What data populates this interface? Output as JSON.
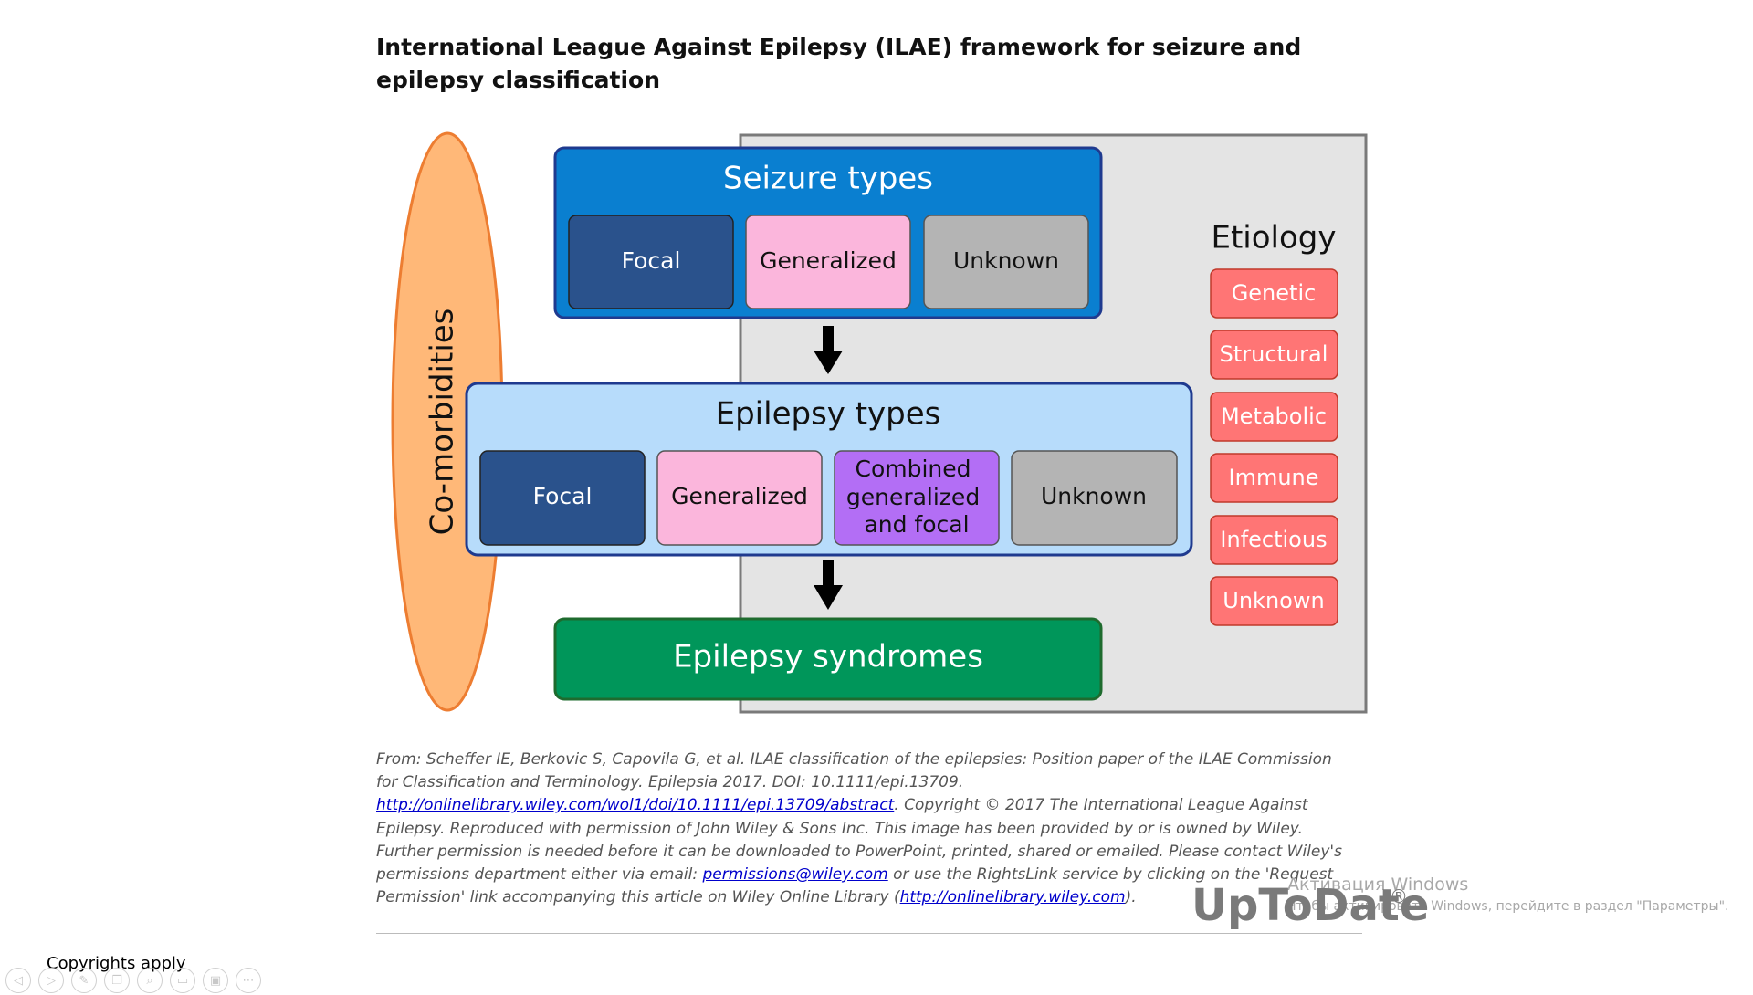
{
  "title": "International League Against Epilepsy (ILAE) framework for seizure and epilepsy classification",
  "diagram": {
    "comorbidities": "Co-morbidities",
    "seizure_types": {
      "heading": "Seizure types",
      "items": [
        "Focal",
        "Generalized",
        "Unknown"
      ]
    },
    "epilepsy_types": {
      "heading": "Epilepsy types",
      "items": [
        "Focal",
        "Generalized",
        [
          "Combined",
          "generalized",
          "and focal"
        ],
        "Unknown"
      ]
    },
    "syndromes": "Epilepsy syndromes",
    "etiology": {
      "heading": "Etiology",
      "items": [
        "Genetic",
        "Structural",
        "Metabolic",
        "Immune",
        "Infectious",
        "Unknown"
      ]
    },
    "colors": {
      "seizure_box": "#0a7fd0",
      "epilepsy_box": "#b7dcfb",
      "focal": "#2a528c",
      "generalized": "#fbb6dc",
      "unknown": "#b4b4b4",
      "combined": "#b36ef5",
      "syndromes": "#00965a",
      "etiology_item": "#ff7575",
      "comorbidities": "#ffb878",
      "background_panel": "#e4e4e4"
    }
  },
  "citation": {
    "part1": "From: Scheffer IE, Berkovic S, Capovila G, et al. ILAE classification of the epilepsies: Position paper of the ILAE Commission for Classification and Terminology. Epilepsia 2017. DOI: 10.1111/epi.13709. ",
    "link1": "http://onlinelibrary.wiley.com/wol1/doi/10.1111/epi.13709/abstract",
    "part2": ". Copyright © 2017 The International League Against Epilepsy. Reproduced with permission of John Wiley & Sons Inc. This image has been provided by or is owned by Wiley. Further permission is needed before it can be downloaded to PowerPoint, printed, shared or emailed. Please contact Wiley's permissions department either via email: ",
    "email": "permissions@wiley.com",
    "part3": " or use the RightsLink service by clicking on the 'Request Permission' link accompanying this article on Wiley Online Library (",
    "link2": "http://onlinelibrary.wiley.com",
    "part4": ")."
  },
  "brand": {
    "name": "UpToDate",
    "reg": "®"
  },
  "watermark": {
    "title": "Активация Windows",
    "sub": "Чтобы активировать Windows, перейдите в раздел \"Параметры\"."
  },
  "footer": {
    "copyright": "Copyrights apply",
    "toolbar_icons": [
      "previous-icon",
      "next-icon",
      "pen-icon",
      "copy-icon",
      "zoom-icon",
      "subtitles-icon",
      "video-icon",
      "more-icon"
    ]
  }
}
